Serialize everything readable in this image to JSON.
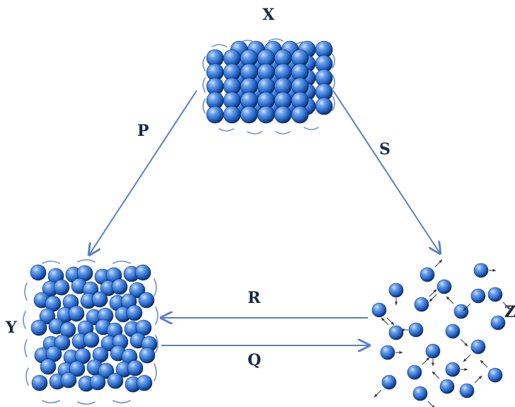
{
  "states": {
    "solid": {
      "label": "X"
    },
    "liquid": {
      "label": "Y"
    },
    "gas": {
      "label": "Z"
    }
  },
  "transitions": {
    "x_to_y": {
      "label": "P"
    },
    "x_to_z": {
      "label": "S"
    },
    "z_to_y": {
      "label": "R"
    },
    "y_to_z": {
      "label": "Q"
    }
  },
  "colors": {
    "particle_light": "#8fb8f0",
    "particle_mid": "#3a7bd5",
    "particle_dark": "#0f3c8a",
    "arrow": "#5b7fc4",
    "label": "#1b2a4a"
  }
}
